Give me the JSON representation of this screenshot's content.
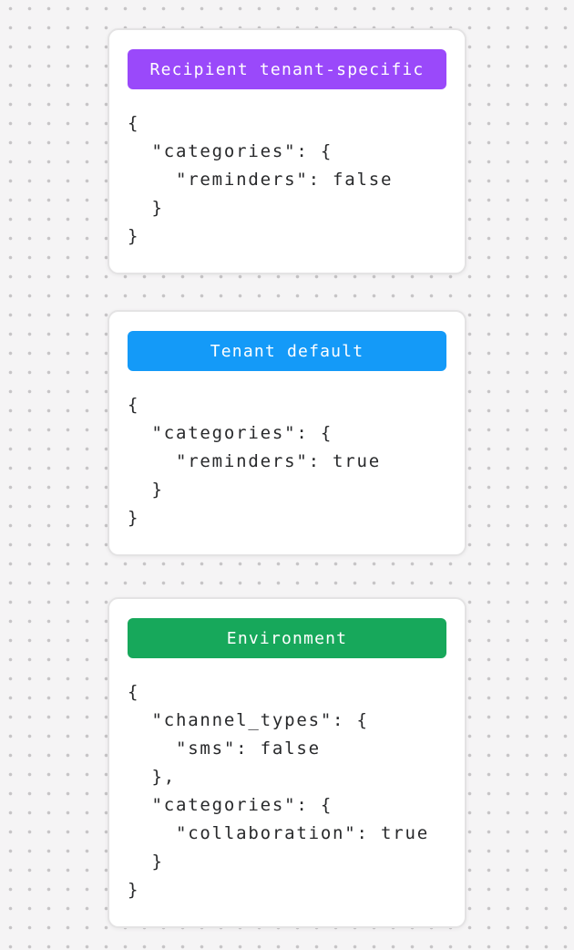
{
  "background": {
    "color": "#f5f4f5",
    "dot_color": "#c6c4c6"
  },
  "cards": [
    {
      "badge": {
        "label": "Recipient tenant-specific",
        "color": "#9a49fa"
      },
      "code": [
        "{",
        "  \"categories\": {",
        "    \"reminders\": false",
        "  }",
        "}"
      ]
    },
    {
      "badge": {
        "label": "Tenant default",
        "color": "#149af8"
      },
      "code": [
        "{",
        "  \"categories\": {",
        "    \"reminders\": true",
        "  }",
        "}"
      ]
    },
    {
      "badge": {
        "label": "Environment",
        "color": "#17a85b"
      },
      "code": [
        "{",
        "  \"channel_types\": {",
        "    \"sms\": false",
        "  },",
        "  \"categories\": {",
        "    \"collaboration\": true",
        "  }",
        "}"
      ]
    }
  ]
}
